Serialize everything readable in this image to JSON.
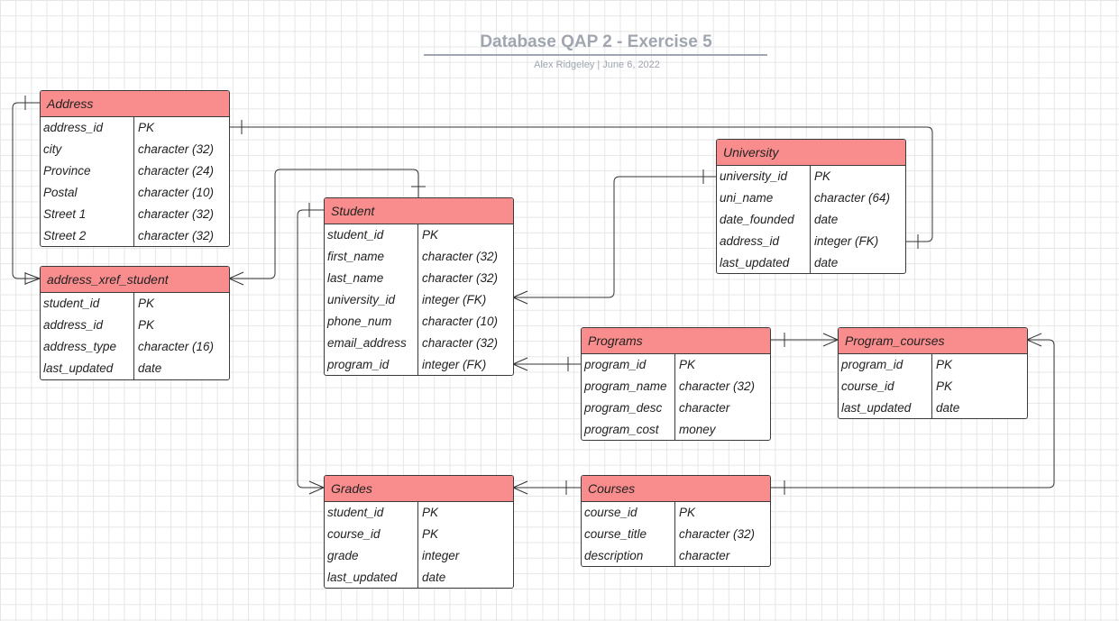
{
  "header": {
    "title": "Database QAP 2 - Exercise 5",
    "subtitle": "Alex Ridgeley  |  June 6, 2022"
  },
  "entities": {
    "address": {
      "name": "Address",
      "rows": [
        [
          "address_id",
          "PK"
        ],
        [
          "city",
          "character (32)"
        ],
        [
          "Province",
          "character (24)"
        ],
        [
          "Postal",
          "character (10)"
        ],
        [
          "Street 1",
          "character (32)"
        ],
        [
          "Street 2",
          "character (32)"
        ]
      ]
    },
    "address_xref_student": {
      "name": "address_xref_student",
      "rows": [
        [
          "student_id",
          "PK"
        ],
        [
          "address_id",
          "PK"
        ],
        [
          "address_type",
          "character (16)"
        ],
        [
          "last_updated",
          "date"
        ]
      ]
    },
    "student": {
      "name": "Student",
      "rows": [
        [
          "student_id",
          "PK"
        ],
        [
          "first_name",
          "character (32)"
        ],
        [
          "last_name",
          "character (32)"
        ],
        [
          "university_id",
          "integer (FK)"
        ],
        [
          "phone_num",
          "character (10)"
        ],
        [
          "email_address",
          "character (32)"
        ],
        [
          "program_id",
          "integer (FK)"
        ]
      ]
    },
    "university": {
      "name": "University",
      "rows": [
        [
          "university_id",
          "PK"
        ],
        [
          "uni_name",
          "character (64)"
        ],
        [
          "date_founded",
          "date"
        ],
        [
          "address_id",
          "integer (FK)"
        ],
        [
          "last_updated",
          "date"
        ]
      ]
    },
    "programs": {
      "name": "Programs",
      "rows": [
        [
          "program_id",
          "PK"
        ],
        [
          "program_name",
          "character (32)"
        ],
        [
          "program_desc",
          "character"
        ],
        [
          "program_cost",
          "money"
        ]
      ]
    },
    "program_courses": {
      "name": "Program_courses",
      "rows": [
        [
          "program_id",
          "PK"
        ],
        [
          "course_id",
          "PK"
        ],
        [
          "last_updated",
          "date"
        ]
      ]
    },
    "grades": {
      "name": "Grades",
      "rows": [
        [
          "student_id",
          "PK"
        ],
        [
          "course_id",
          "PK"
        ],
        [
          "grade",
          "integer"
        ],
        [
          "last_updated",
          "date"
        ]
      ]
    },
    "courses": {
      "name": "Courses",
      "rows": [
        [
          "course_id",
          "PK"
        ],
        [
          "course_title",
          "character (32)"
        ],
        [
          "description",
          "character"
        ]
      ]
    }
  }
}
